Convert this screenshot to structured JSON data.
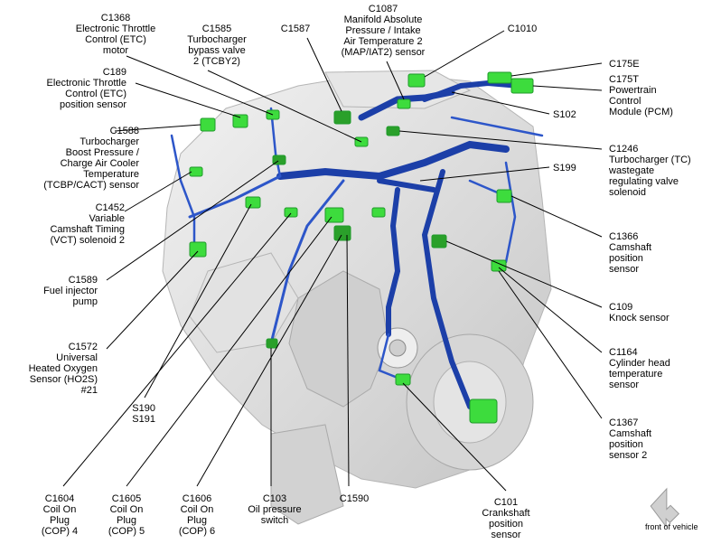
{
  "labels": {
    "c1368": "C1368\nElectronic Throttle\nControl (ETC)\nmotor",
    "c1585": "C1585\nTurbocharger\nbypass valve\n2 (TCBY2)",
    "c1587": "C1587",
    "c1087": "C1087\nManifold Absolute\nPressure / Intake\nAir Temperature 2\n(MAP/IAT2) sensor",
    "c1010": "C1010",
    "c189": "C189\nElectronic Throttle\nControl (ETC)\nposition sensor",
    "c175e": "C175E",
    "c175t": "C175T\nPowertrain\nControl\nModule (PCM)",
    "s102": "S102",
    "c1588": "C1588\nTurbocharger\nBoost Pressure /\nCharge Air Cooler\nTemperature\n(TCBP/CACT) sensor",
    "c1246": "C1246\nTurbocharger (TC)\nwastegate\nregulating valve\nsolenoid",
    "s199": "S199",
    "c1452": "C1452\nVariable\nCamshaft Timing\n(VCT) solenoid 2",
    "c1366": "C1366\nCamshaft\nposition\nsensor",
    "c1589": "C1589\nFuel injector\npump",
    "c109": "C109\nKnock sensor",
    "c1572": "C1572\nUniversal\nHeated Oxygen\nSensor (HO2S)\n#21",
    "c1164": "C1164\nCylinder head\ntemperature\nsensor",
    "s190": "S190\nS191",
    "c1367": "C1367\nCamshaft\nposition\nsensor 2",
    "c1604": "C1604\nCoil On\nPlug\n(COP) 4",
    "c1605": "C1605\nCoil On\nPlug\n(COP) 5",
    "c1606": "C1606\nCoil On\nPlug\n(COP) 6",
    "c103": "C103\nOil pressure\nswitch",
    "c1590": "C1590",
    "c101": "C101\nCrankshaft\nposition\nsensor",
    "front": "front of vehicle"
  },
  "colors": {
    "engine": "#dcdcdc",
    "engine_edge": "#bdbdbd",
    "harness": "#1c3fa8",
    "harness_dark": "#0d2270",
    "connector": "#3ddc3d",
    "connector_dark": "#1f9a2a",
    "leader": "#000000"
  }
}
